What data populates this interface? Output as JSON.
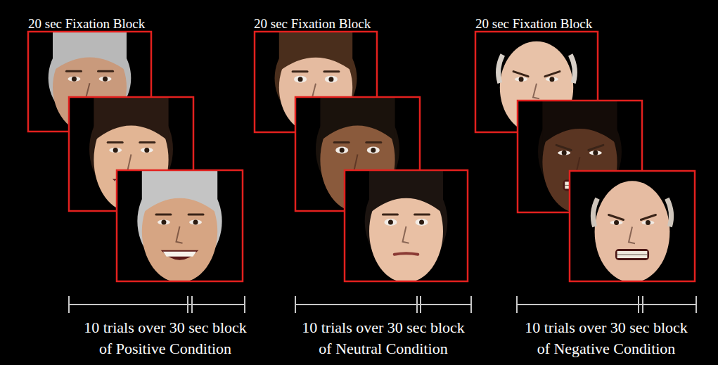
{
  "diagram": {
    "labels": [
      "20 sec Fixation Block",
      "20 sec Fixation Block",
      "20 sec Fixation Block",
      "10 trials over 30 sec block of Positive Condition",
      "10 trials over 30 sec block of Neutral Condition",
      "10 trials over 30 sec block of Negative Condition"
    ]
  }
}
